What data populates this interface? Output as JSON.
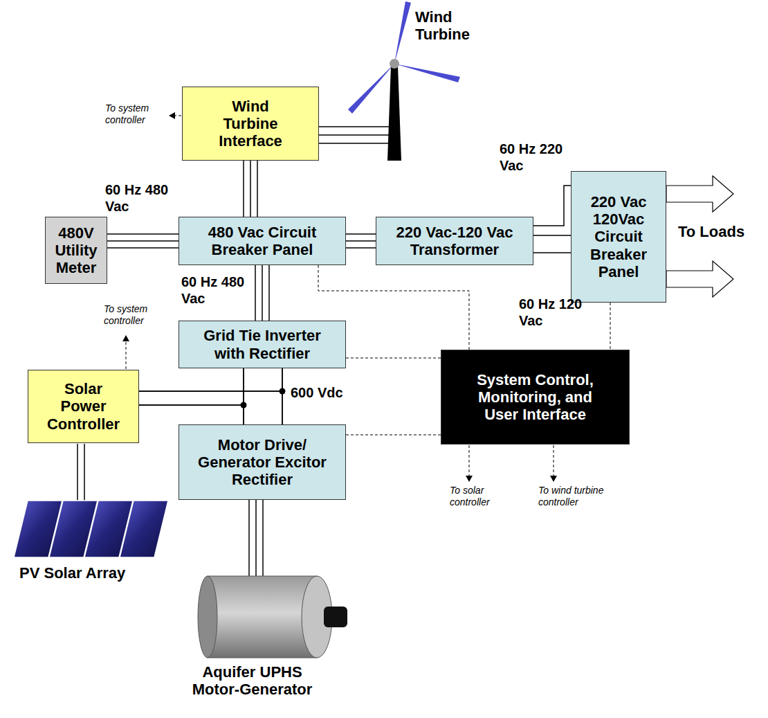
{
  "diagram": {
    "nodes": [
      {
        "text": [
          "Wind Turbine Interface"
        ]
      },
      {
        "text": [
          "480V Utility Meter"
        ]
      },
      {
        "text": [
          "480 Vac Circuit Breaker Panel"
        ]
      },
      {
        "text": [
          "220 Vac-120 Vac Transformer"
        ]
      },
      {
        "text": [
          "220 Vac 120Vac Circuit Breaker Panel"
        ]
      },
      {
        "text": [
          "Grid Tie Inverter with Rectifier"
        ]
      },
      {
        "text": [
          "Solar Power Controller"
        ]
      },
      {
        "text": [
          "System Control, Monitoring, and User Interface"
        ]
      },
      {
        "text": [
          "Motor Drive/ Generator Excitor Rectifier"
        ]
      }
    ],
    "edges": [
      {
        "from": 0,
        "to": 2,
        "arrow": "none"
      },
      {
        "from": 1,
        "to": 2,
        "label": "60 Hz 480 Vac",
        "arrow": "none"
      },
      {
        "from": 2,
        "to": 3,
        "arrow": "none"
      },
      {
        "from": 3,
        "to": 4,
        "label": "60 Hz 220 Vac",
        "arrow": "none"
      },
      {
        "from": 3,
        "to": 4,
        "label": "60 Hz 120 Vac",
        "arrow": "none"
      },
      {
        "from": 2,
        "to": 5,
        "label": "60 Hz 480 Vac",
        "arrow": "none"
      },
      {
        "from": 5,
        "to": 8,
        "label": "600 Vdc",
        "arrow": "none"
      },
      {
        "from": 6,
        "to": 5,
        "arrow": "none"
      },
      {
        "from": 6,
        "to": 8,
        "arrow": "none"
      },
      {
        "from": 2,
        "to": 7,
        "arrow": "none"
      },
      {
        "from": 4,
        "to": 7,
        "arrow": "none"
      },
      {
        "from": 5,
        "to": 7,
        "arrow": "none"
      },
      {
        "from": 8,
        "to": 7,
        "arrow": "none"
      }
    ],
    "labels": [
      "Wind Turbine",
      "To system controller",
      "To Loads",
      "To system controller",
      "To solar controller",
      "To wind turbine controller",
      "PV Solar Array",
      "Aquifer UPHS Motor-Generator"
    ]
  }
}
